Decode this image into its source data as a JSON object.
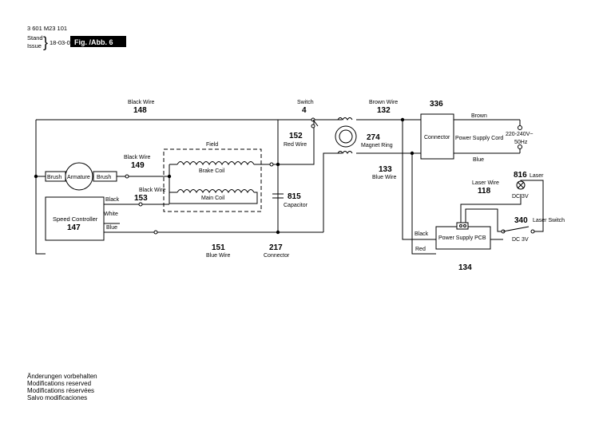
{
  "header": {
    "doc_number": "3 601 M23 101",
    "stand_label": "Stand",
    "issue_label": "Issue",
    "brace": "}",
    "date": "18-03-07",
    "fig_label": "Fig. /Abb. 6"
  },
  "labels": {
    "black_wire_148": "Black Wire",
    "n148": "148",
    "switch": "Switch",
    "n4": "4",
    "brown_wire_132": "Brown Wire",
    "n132": "132",
    "n336": "336",
    "brown": "Brown",
    "n152": "152",
    "red_wire_152": "Red Wire",
    "n274": "274",
    "magnet_ring": "Magnet Ring",
    "connector_336": "Connector",
    "power_supply_cord": "Power Supply Cord",
    "voltage": "220-240V~",
    "freq": "50Hz",
    "blue": "Blue",
    "field": "Field",
    "black_wire_149": "Black Wire",
    "n149": "149",
    "brush_left": "Brush",
    "armature": "Armature",
    "brush_right": "Brush",
    "brake_coil": "Brake Coil",
    "main_coil": "Main Coil",
    "n133": "133",
    "blue_wire_133": "Blue Wire",
    "black_wire_153": "Black Wire",
    "n153": "153",
    "n815": "815",
    "capacitor": "Capacitor",
    "n816": "816",
    "laser": "Laser",
    "laser_wire": "Laser Wire",
    "n118": "118",
    "dc3v_laser": "DC 3V",
    "black_sc": "Black",
    "white_sc": "White",
    "blue_sc": "Blue",
    "speed_controller": "Speed Controller",
    "n147": "147",
    "n340": "340",
    "laser_switch": "Laser Switch",
    "black_pcb": "Black",
    "power_supply_pcb": "Power Supply PCB",
    "dc3v_switch": "DC 3V",
    "red_pcb": "Red",
    "n151": "151",
    "blue_wire_151": "Blue Wire",
    "n217": "217",
    "connector_217": "Connector",
    "n134": "134"
  },
  "footer": {
    "lines": [
      "Änderungen vorbehalten",
      "Modifications reserved",
      "Modifications réservées",
      "Salvo modificaciones"
    ]
  }
}
